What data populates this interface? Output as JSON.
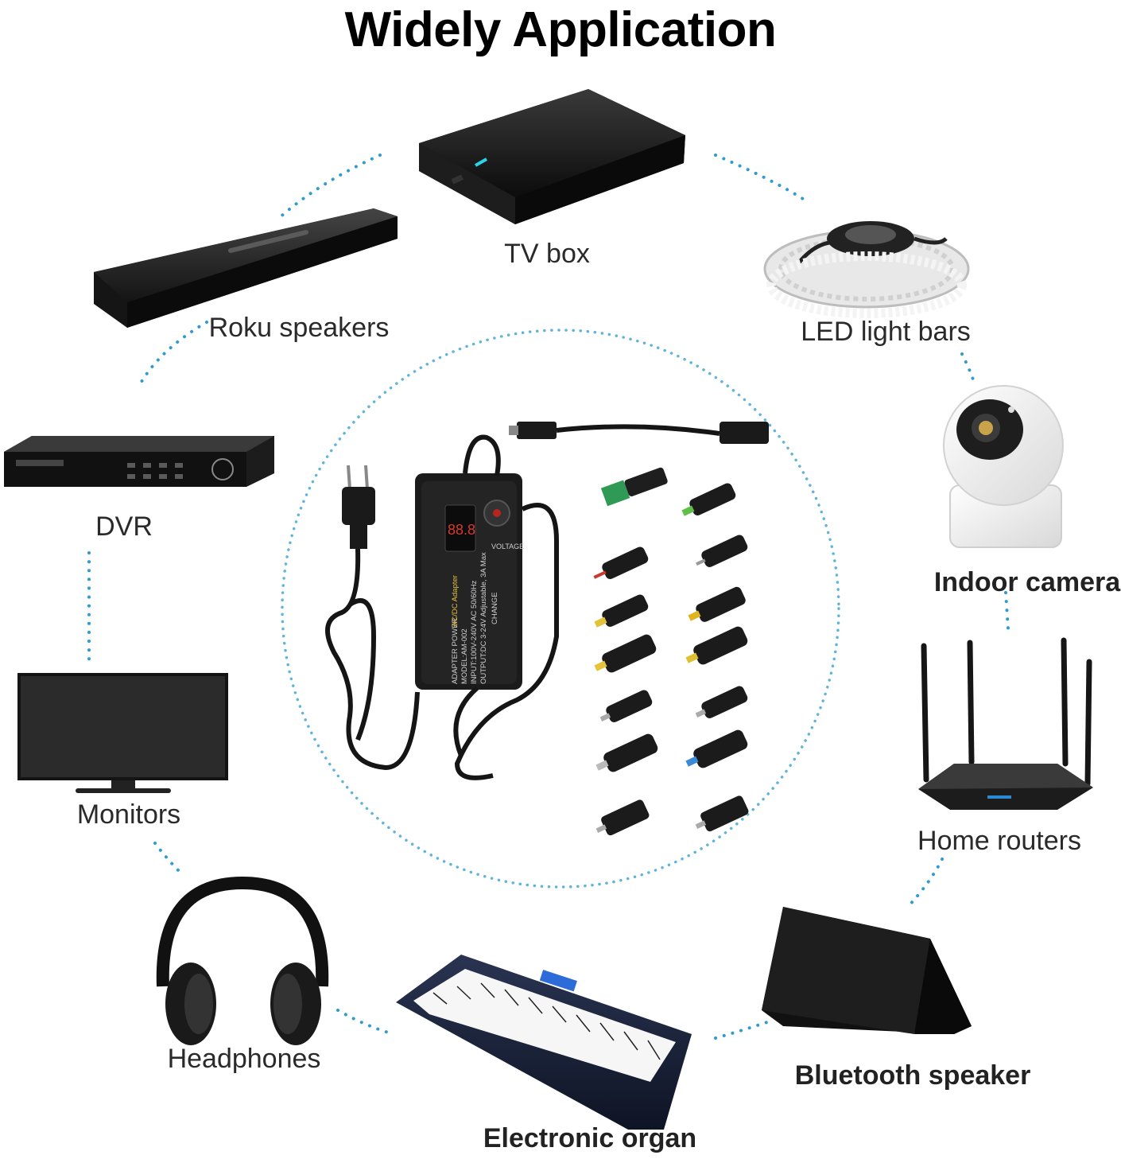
{
  "title": "Widely Application",
  "devices": {
    "tv_box": "TV box",
    "roku_speakers": "Roku speakers",
    "led_light_bars": "LED light bars",
    "dvr": "DVR",
    "indoor_camera": "Indoor camera",
    "monitors": "Monitors",
    "home_routers": "Home routers",
    "headphones": "Headphones",
    "bluetooth_speaker": "Bluetooth speaker",
    "electronic_organ": "Electronic organ"
  },
  "adapter_label": {
    "line1": "ADAPTER POWER",
    "badge": "AC/DC Adapter",
    "model": "MODEL:AM-002",
    "input": "INPUT:100V-240V AC 50/60Hz",
    "output": "OUTPUT:DC 3-24V Adjustable, 3A Max",
    "knob": "VOLTAGE",
    "change": "CHANGE",
    "display": "88.8"
  },
  "colors": {
    "dots": "#2f9bd0",
    "device": "#1b1b1b",
    "accent_led": "#2ad4e8"
  }
}
